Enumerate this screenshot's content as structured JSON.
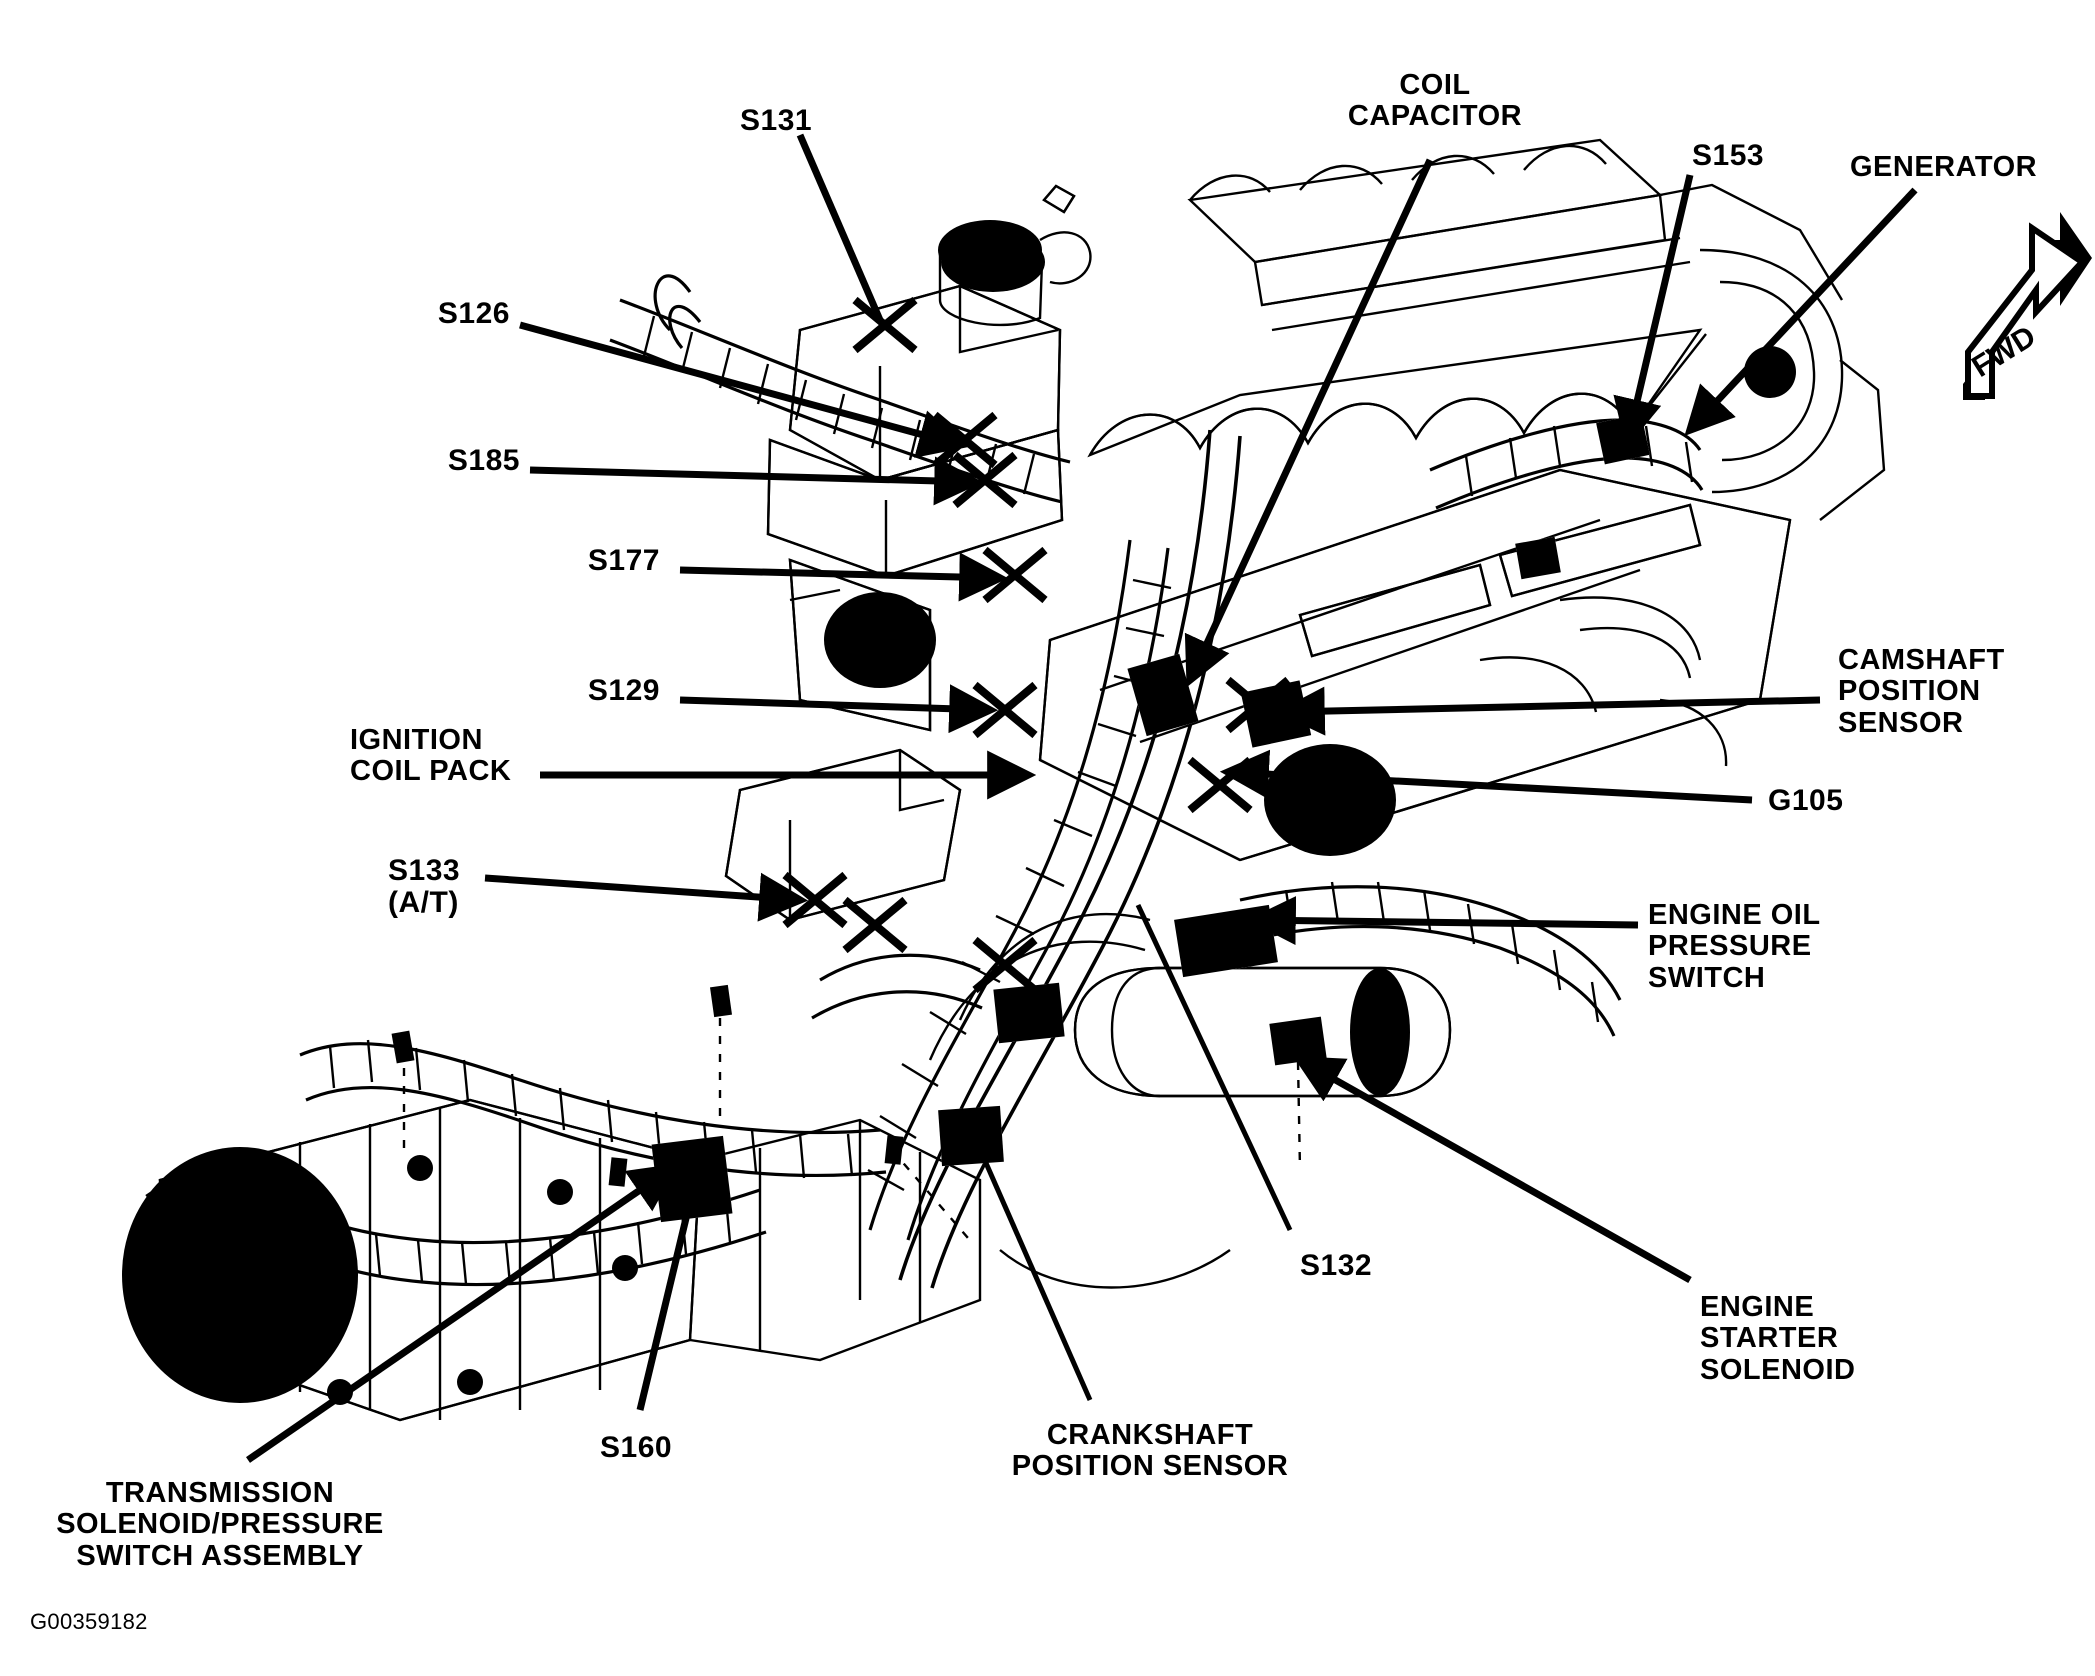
{
  "figure": {
    "id": "G00359182",
    "type": "engine-wiring-harness-component-location-diagram",
    "orientation_marker": {
      "label": "FWD",
      "icon": "fwd-arrow-icon"
    }
  },
  "labels": {
    "s131": "S131",
    "s126": "S126",
    "s185": "S185",
    "s177": "S177",
    "s129": "S129",
    "ignition_coil_pack": "IGNITION\nCOIL PACK",
    "s133": "S133\n(A/T)",
    "s160": "S160",
    "transmission_assembly": "TRANSMISSION\nSOLENOID/PRESSURE\nSWITCH ASSEMBLY",
    "crankshaft_position_sensor": "CRANKSHAFT\nPOSITION SENSOR",
    "s132": "S132",
    "coil_capacitor": "COIL\nCAPACITOR",
    "s153": "S153",
    "generator": "GENERATOR",
    "camshaft_position_sensor": "CAMSHAFT\nPOSITION\nSENSOR",
    "g105": "G105",
    "engine_oil_pressure_switch": "ENGINE OIL\nPRESSURE\nSWITCH",
    "engine_starter_solenoid": "ENGINE\nSTARTER\nSOLENOID"
  },
  "callouts": [
    {
      "key": "s131",
      "text": "S131",
      "side": "top",
      "splice": true
    },
    {
      "key": "s126",
      "text": "S126",
      "side": "left",
      "splice": true
    },
    {
      "key": "s185",
      "text": "S185",
      "side": "left",
      "splice": true
    },
    {
      "key": "s177",
      "text": "S177",
      "side": "left",
      "splice": true
    },
    {
      "key": "s129",
      "text": "S129",
      "side": "left",
      "splice": true
    },
    {
      "key": "icp",
      "text": "IGNITION COIL PACK",
      "side": "left",
      "splice": false
    },
    {
      "key": "s133",
      "text": "S133 (A/T)",
      "side": "left",
      "splice": true
    },
    {
      "key": "s160",
      "text": "S160",
      "side": "bottom",
      "splice": true
    },
    {
      "key": "tsa",
      "text": "TRANSMISSION SOLENOID/PRESSURE SWITCH ASSEMBLY",
      "side": "bottom",
      "splice": false
    },
    {
      "key": "cps",
      "text": "CRANKSHAFT POSITION SENSOR",
      "side": "bottom",
      "splice": false
    },
    {
      "key": "s132",
      "text": "S132",
      "side": "bottom",
      "splice": true
    },
    {
      "key": "cc",
      "text": "COIL CAPACITOR",
      "side": "top",
      "splice": false
    },
    {
      "key": "s153",
      "text": "S153",
      "side": "top",
      "splice": false
    },
    {
      "key": "gen",
      "text": "GENERATOR",
      "side": "top",
      "splice": false
    },
    {
      "key": "camps",
      "text": "CAMSHAFT POSITION SENSOR",
      "side": "right",
      "splice": false
    },
    {
      "key": "g105",
      "text": "G105",
      "side": "right",
      "splice": false
    },
    {
      "key": "eops",
      "text": "ENGINE OIL PRESSURE SWITCH",
      "side": "right",
      "splice": false
    },
    {
      "key": "ess",
      "text": "ENGINE STARTER SOLENOID",
      "side": "right",
      "splice": false
    }
  ],
  "colors": {
    "ink": "#000000",
    "paper": "#ffffff"
  }
}
